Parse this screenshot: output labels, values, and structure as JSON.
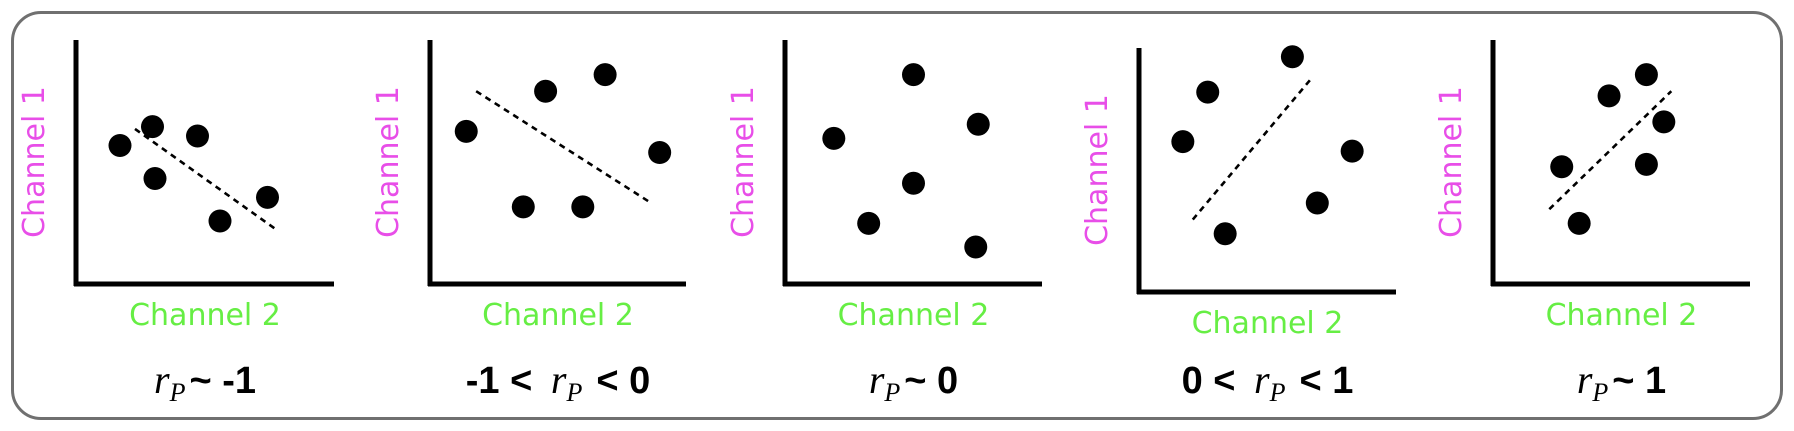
{
  "colors": {
    "ylabel": "#e84ee8",
    "xlabel": "#66ee44",
    "axis": "#000000",
    "dot": "#000000",
    "border": "#707070"
  },
  "panels": [
    {
      "ylabel": "Channel 1",
      "xlabel": "Channel 2",
      "caption": {
        "r": "r",
        "sub": "P",
        "pre": "",
        "post": "~ -1"
      },
      "points": [
        [
          1.6,
          5.7
        ],
        [
          2.9,
          6.5
        ],
        [
          4.7,
          6.1
        ],
        [
          3.0,
          4.3
        ],
        [
          7.5,
          3.5
        ],
        [
          5.6,
          2.5
        ]
      ],
      "trend": [
        [
          2.2,
          6.4
        ],
        [
          7.9,
          2.1
        ]
      ]
    },
    {
      "ylabel": "Channel 1",
      "xlabel": "Channel 2",
      "caption": {
        "r": "r",
        "sub": "P",
        "pre": "-1 <",
        "post": "< 0"
      },
      "points": [
        [
          1.3,
          6.3
        ],
        [
          4.5,
          8.0
        ],
        [
          6.9,
          8.7
        ],
        [
          9.1,
          5.4
        ],
        [
          3.6,
          3.1
        ],
        [
          6.0,
          3.1
        ]
      ],
      "trend": [
        [
          1.7,
          8.0
        ],
        [
          8.7,
          3.3
        ]
      ]
    },
    {
      "ylabel": "Channel 1",
      "xlabel": "Channel 2",
      "caption": {
        "r": "r",
        "sub": "P",
        "pre": "",
        "post": "~ 0"
      },
      "points": [
        [
          1.8,
          6.0
        ],
        [
          5.0,
          8.7
        ],
        [
          7.6,
          6.6
        ],
        [
          5.0,
          4.1
        ],
        [
          3.2,
          2.4
        ],
        [
          7.5,
          1.4
        ]
      ],
      "trend": null
    },
    {
      "ylabel": "Channel 1",
      "xlabel": "Channel 2",
      "caption": {
        "r": "r",
        "sub": "P",
        "pre": "0 <",
        "post": "< 1"
      },
      "points": [
        [
          1.6,
          6.2
        ],
        [
          2.6,
          8.3
        ],
        [
          6.0,
          9.8
        ],
        [
          8.4,
          5.8
        ],
        [
          7.0,
          3.6
        ],
        [
          3.3,
          2.3
        ]
      ],
      "trend": [
        [
          2.0,
          2.9
        ],
        [
          6.7,
          8.8
        ]
      ]
    },
    {
      "ylabel": "Channel 1",
      "xlabel": "Channel 2",
      "caption": {
        "r": "r",
        "sub": "P",
        "pre": "",
        "post": "~ 1"
      },
      "points": [
        [
          2.6,
          4.8
        ],
        [
          4.5,
          7.8
        ],
        [
          6.0,
          8.7
        ],
        [
          6.7,
          6.7
        ],
        [
          6.0,
          4.9
        ],
        [
          3.3,
          2.4
        ]
      ],
      "trend": [
        [
          2.1,
          3.0
        ],
        [
          7.0,
          8.0
        ]
      ]
    }
  ]
}
